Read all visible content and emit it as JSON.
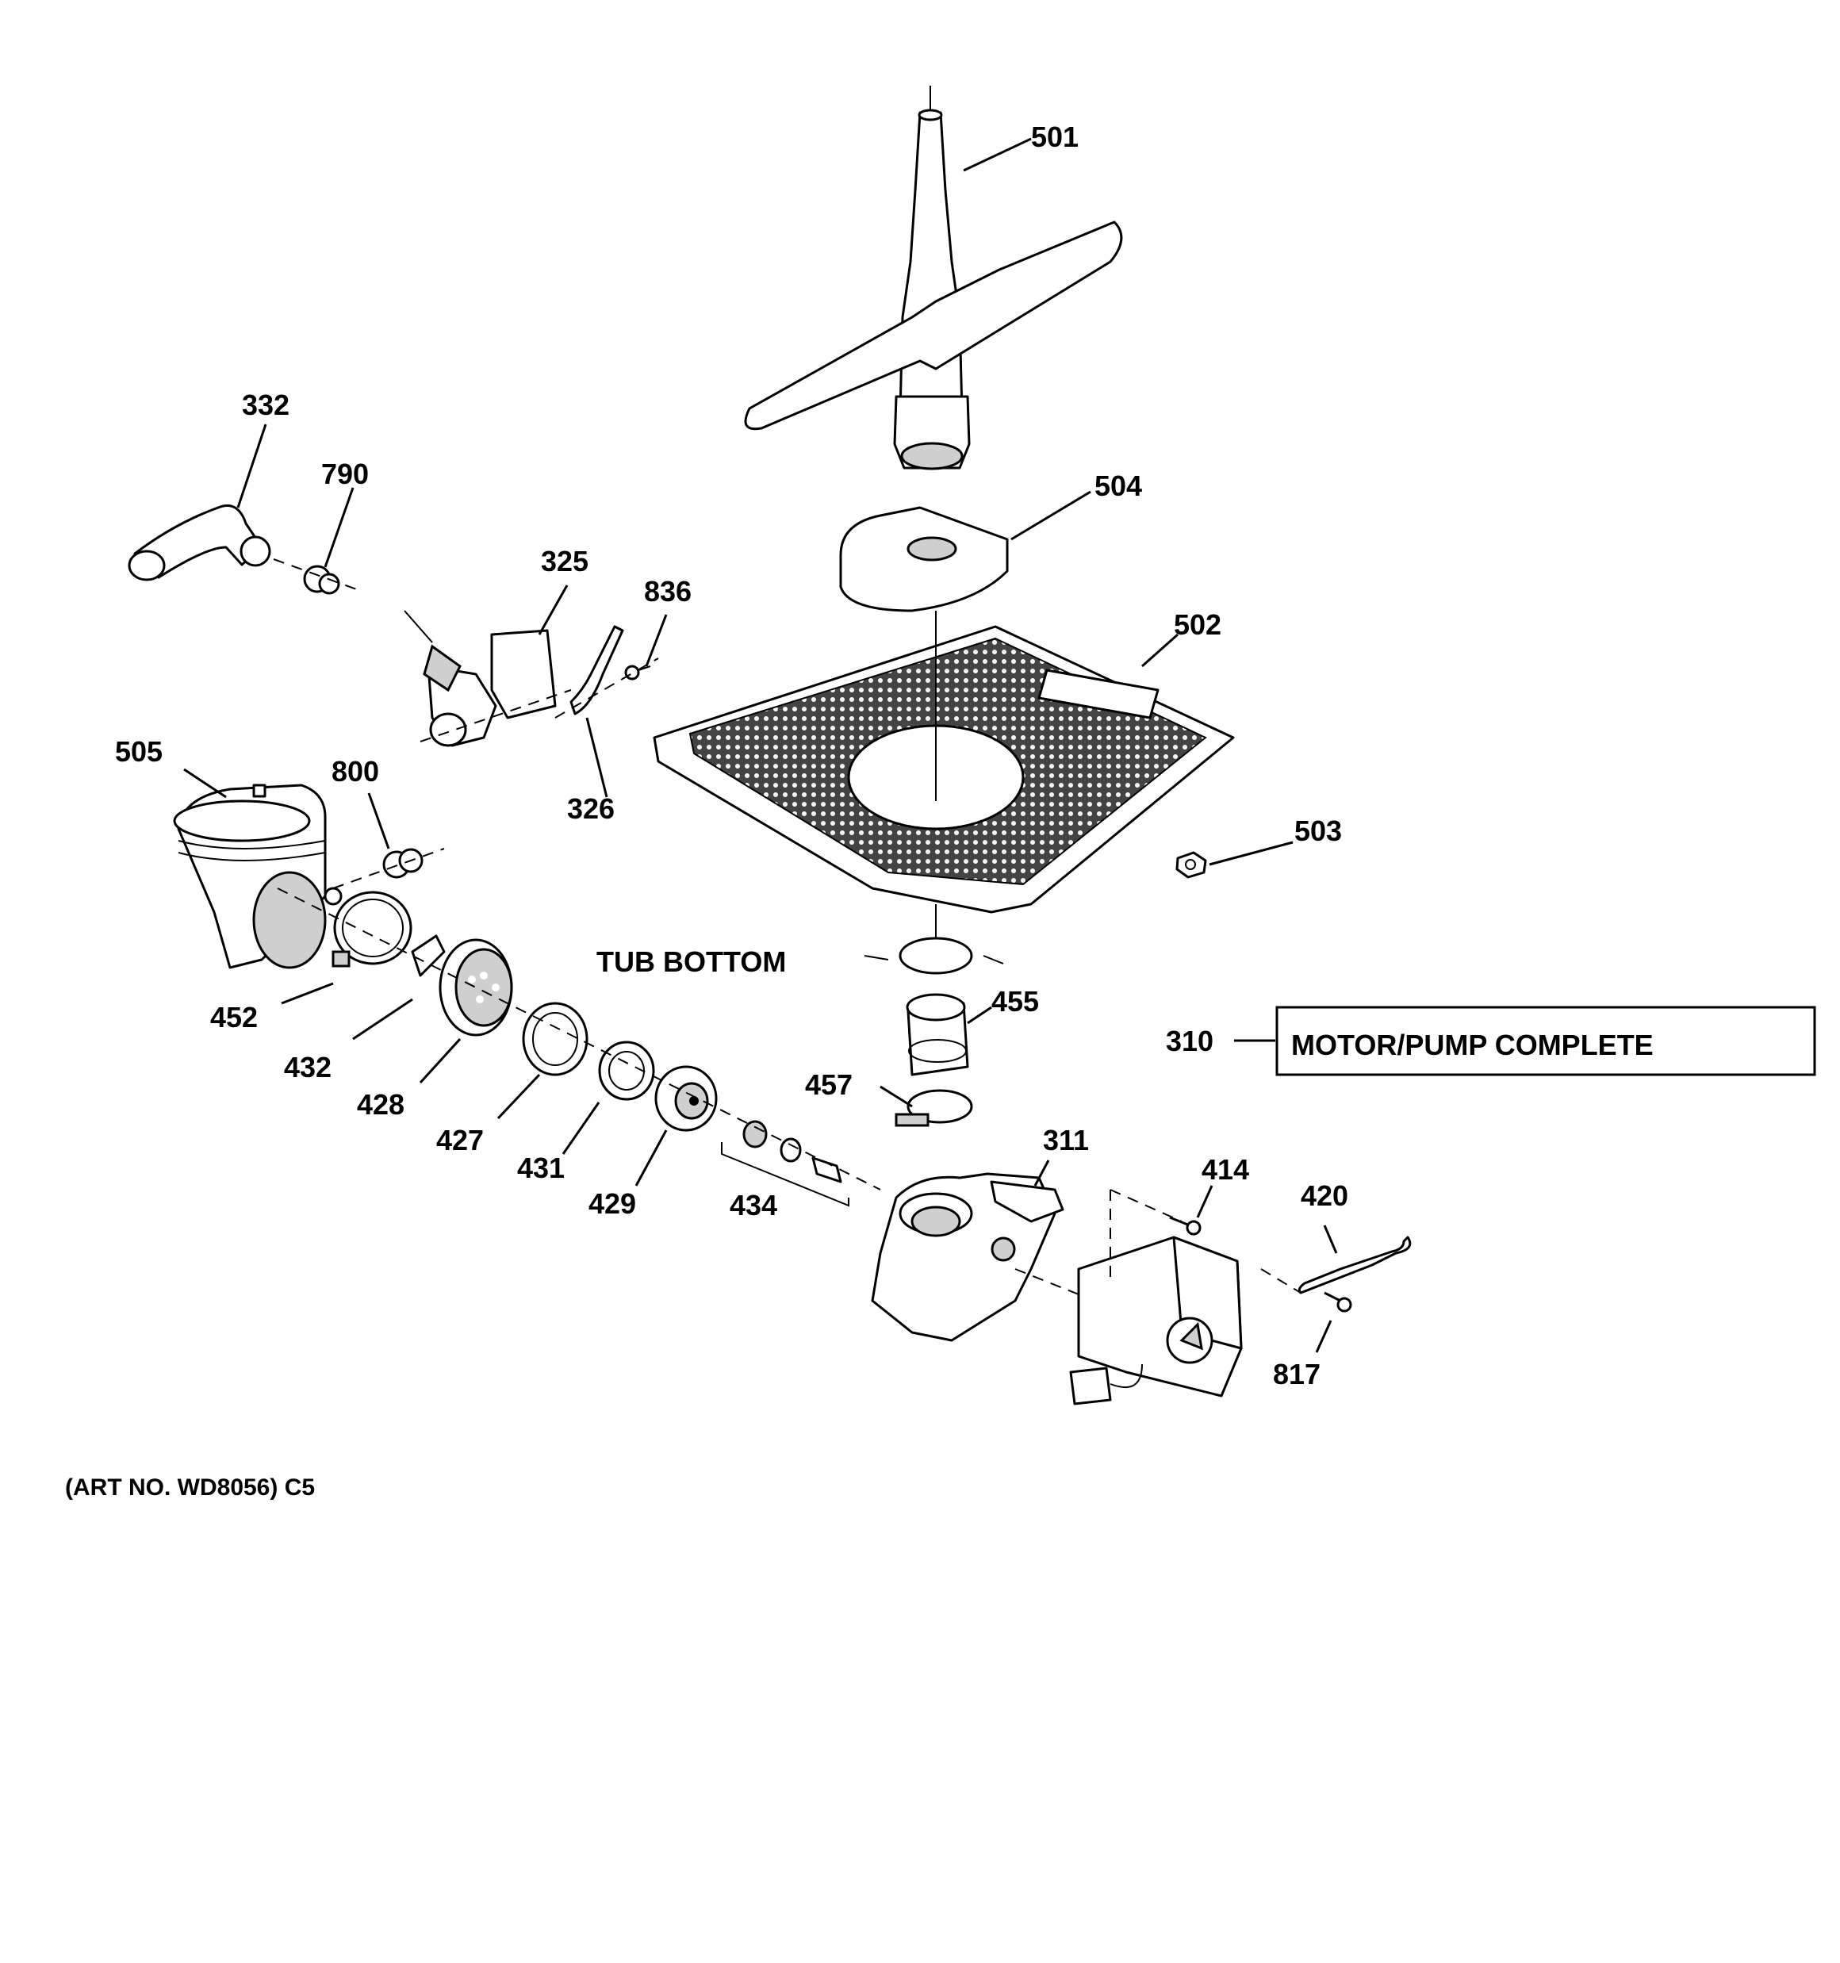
{
  "labels": {
    "p501": "501",
    "p504": "504",
    "p502": "502",
    "p503": "503",
    "p332": "332",
    "p790": "790",
    "p325": "325",
    "p836": "836",
    "p326": "326",
    "p505": "505",
    "p800": "800",
    "p452": "452",
    "p432": "432",
    "p428": "428",
    "p427": "427",
    "p431": "431",
    "p429": "429",
    "p434": "434",
    "p455": "455",
    "p457": "457",
    "p311": "311",
    "p414": "414",
    "p420": "420",
    "p817": "817",
    "p310": "310"
  },
  "tub_bottom": "TUB BOTTOM",
  "motor_pump_box": "MOTOR/PUMP COMPLETE",
  "art_no": "(ART NO. WD8056) C5"
}
